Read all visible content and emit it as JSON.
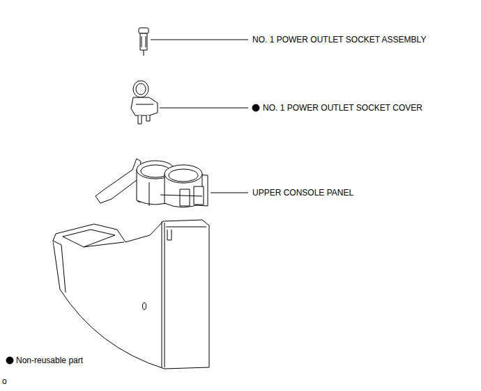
{
  "diagram": {
    "labels": [
      "NO. 1 POWER OUTLET SOCKET ASSEMBLY",
      "NO. 1 POWER OUTLET SOCKET COVER",
      "UPPER CONSOLE PANEL",
      "o"
    ],
    "legend": [
      {
        "text": "Non-reusable part"
      }
    ]
  }
}
